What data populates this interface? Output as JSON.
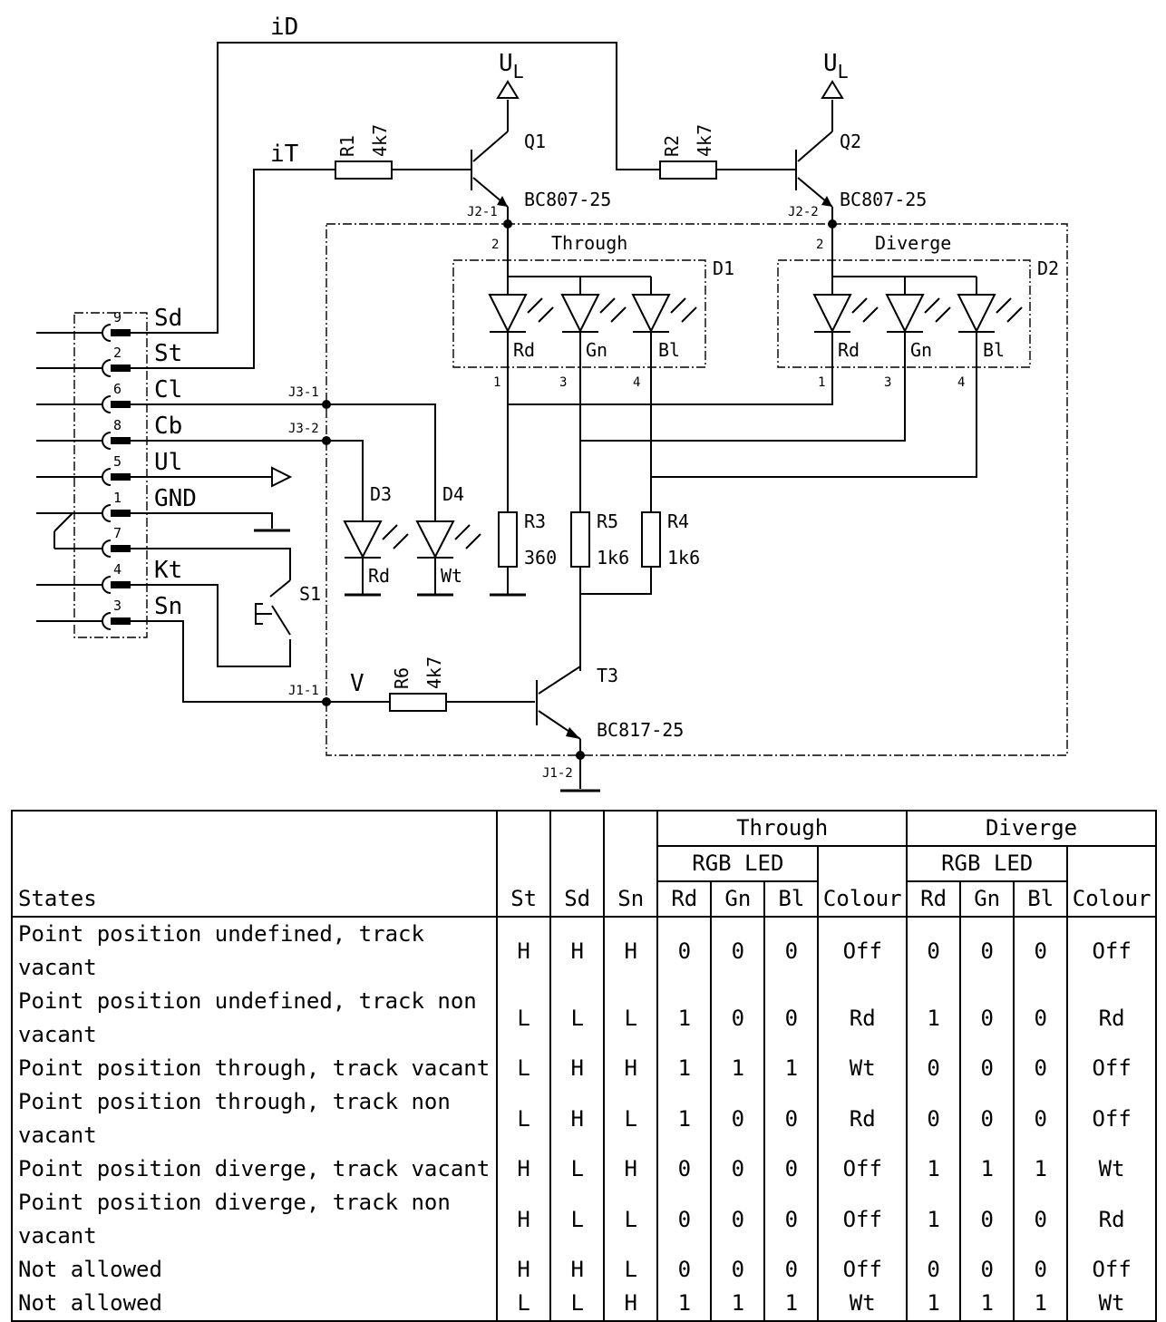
{
  "schematic": {
    "nets": {
      "id": "iD",
      "it": "iT",
      "v": "V",
      "ul1": "UL",
      "ul2": "UL"
    },
    "connector": [
      {
        "pin": "9",
        "signal": "Sd"
      },
      {
        "pin": "2",
        "signal": "St"
      },
      {
        "pin": "6",
        "signal": "Cl"
      },
      {
        "pin": "8",
        "signal": "Cb"
      },
      {
        "pin": "5",
        "signal": "Ul"
      },
      {
        "pin": "1",
        "signal": "GND"
      },
      {
        "pin": "7",
        "signal": ""
      },
      {
        "pin": "4",
        "signal": "Kt"
      },
      {
        "pin": "3",
        "signal": "Sn"
      }
    ],
    "parts": {
      "r1": {
        "ref": "R1",
        "value": "4k7"
      },
      "r2": {
        "ref": "R2",
        "value": "4k7"
      },
      "r3": {
        "ref": "R3",
        "value": "360"
      },
      "r4": {
        "ref": "R4",
        "value": "1k6"
      },
      "r5": {
        "ref": "R5",
        "value": "1k6"
      },
      "r6": {
        "ref": "R6",
        "value": "4k7"
      },
      "q1": {
        "ref": "Q1",
        "type": "BC807-25"
      },
      "q2": {
        "ref": "Q2",
        "type": "BC807-25"
      },
      "t3": {
        "ref": "T3",
        "type": "BC817-25"
      },
      "d1": {
        "ref": "D1",
        "group": "Through",
        "leds": [
          "Rd",
          "Gn",
          "Bl"
        ]
      },
      "d2": {
        "ref": "D2",
        "group": "Diverge",
        "leds": [
          "Rd",
          "Gn",
          "Bl"
        ]
      },
      "d3": {
        "ref": "D3",
        "color": "Rd"
      },
      "d4": {
        "ref": "D4",
        "color": "Wt"
      },
      "s1": {
        "ref": "S1"
      }
    },
    "jumpers": {
      "j21": "J2-1",
      "j22": "J2-2",
      "j31": "J3-1",
      "j32": "J3-2",
      "j11": "J1-1",
      "j12": "J1-2"
    },
    "led_pins": {
      "common": "2",
      "rd": "1",
      "gn": "3",
      "bl": "4"
    }
  },
  "table": {
    "group_headers": {
      "through": "Through",
      "diverge": "Diverge"
    },
    "sub_header": "RGB LED",
    "columns": [
      "States",
      "St",
      "Sd",
      "Sn",
      "Rd",
      "Gn",
      "Bl",
      "Colour",
      "Rd",
      "Gn",
      "Bl",
      "Colour"
    ],
    "rows": [
      [
        "Point position undefined, track vacant",
        "H",
        "H",
        "H",
        "0",
        "0",
        "0",
        "Off",
        "0",
        "0",
        "0",
        "Off"
      ],
      [
        "Point position undefined, track non vacant",
        "L",
        "L",
        "L",
        "1",
        "0",
        "0",
        "Rd",
        "1",
        "0",
        "0",
        "Rd"
      ],
      [
        "Point position through, track vacant",
        "L",
        "H",
        "H",
        "1",
        "1",
        "1",
        "Wt",
        "0",
        "0",
        "0",
        "Off"
      ],
      [
        "Point position through, track non vacant",
        "L",
        "H",
        "L",
        "1",
        "0",
        "0",
        "Rd",
        "0",
        "0",
        "0",
        "Off"
      ],
      [
        "Point position diverge, track vacant",
        "H",
        "L",
        "H",
        "0",
        "0",
        "0",
        "Off",
        "1",
        "1",
        "1",
        "Wt"
      ],
      [
        "Point position diverge, track non vacant",
        "H",
        "L",
        "L",
        "0",
        "0",
        "0",
        "Off",
        "1",
        "0",
        "0",
        "Rd"
      ],
      [
        "Not allowed",
        "H",
        "H",
        "L",
        "0",
        "0",
        "0",
        "Off",
        "0",
        "0",
        "0",
        "Off"
      ],
      [
        "Not allowed",
        "L",
        "L",
        "H",
        "1",
        "1",
        "1",
        "Wt",
        "1",
        "1",
        "1",
        "Wt"
      ]
    ]
  }
}
